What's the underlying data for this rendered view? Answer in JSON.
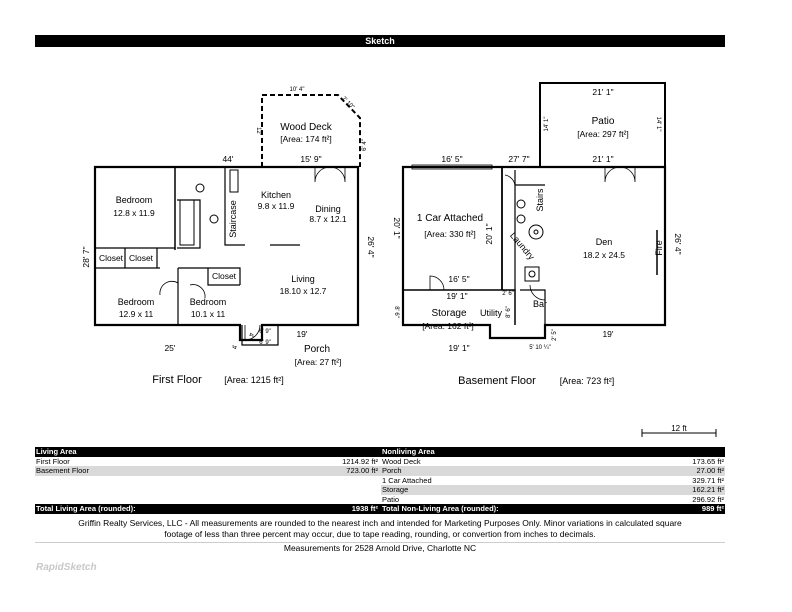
{
  "header": {
    "title": "Sketch"
  },
  "first_floor": {
    "name": "First Floor",
    "area": "[Area: 1215 ft²]",
    "rooms": {
      "bedroom1": {
        "name": "Bedroom",
        "dims": "12.8 x 11.9"
      },
      "kitchen": {
        "name": "Kitchen",
        "dims": "9.8 x 11.9"
      },
      "dining": {
        "name": "Dining",
        "dims": "8.7 x 12.1"
      },
      "staircase": "Staircase",
      "closet1": "Closet",
      "closet2": "Closet",
      "closet3": "Closet",
      "living": {
        "name": "Living",
        "dims": "18.10 x 12.7"
      },
      "bedroom2": {
        "name": "Bedroom",
        "dims": "12.9 x 11"
      },
      "bedroom3": {
        "name": "Bedroom",
        "dims": "10.1 x 11"
      },
      "wood_deck": {
        "name": "Wood Deck",
        "area": "[Area: 174 ft²]"
      },
      "porch": {
        "name": "Porch",
        "area": "[Area: 27 ft²]"
      }
    },
    "dims": {
      "top": "44'",
      "top_deck": "15' 9\"",
      "left": "28' 7\"",
      "right": "26' 4\"",
      "bottom_left": "25'",
      "bottom_right": "19'",
      "deck_top": "10' 4\"",
      "deck_diag": "7' 10\"",
      "deck_left": "12'",
      "deck_right": "6' 4\"",
      "porch_top": "6' 9\"",
      "porch_bottom": "6' 9\"",
      "porch_left": "4'",
      "porch_right": "4'"
    }
  },
  "basement": {
    "name": "Basement Floor",
    "area": "[Area: 723 ft²]",
    "rooms": {
      "garage": {
        "name": "1 Car Attached",
        "area": "[Area: 330 ft²]"
      },
      "stairs": "Stairs",
      "laundry": "Laundry",
      "den": {
        "name": "Den",
        "dims": "18.2 x 24.5"
      },
      "fire": "Fire",
      "bar": "Bar",
      "storage": {
        "name": "Storage",
        "area": "[Area: 162 ft²]"
      },
      "utility": "Utility",
      "patio": {
        "name": "Patio",
        "area": "[Area: 297 ft²]"
      }
    },
    "dims": {
      "garage_top": "16' 5\"",
      "garage_bottom": "16' 5\"",
      "garage_left": "20' 1\"",
      "garage_right": "20' 1\"",
      "top_mid": "27' 7\"",
      "den_top": "21' 1\"",
      "den_right": "26' 4\"",
      "den_bottom": "19'",
      "patio_top": "21' 1\"",
      "patio_left": "14' 1\"",
      "patio_right": "14' 1\"",
      "storage_top": "19' 1\"",
      "storage_bottom": "19' 1\"",
      "storage_left": "8' 6\"",
      "storage_right": "8' 6\"",
      "small_a": "2' 6\"",
      "small_b": "5' 10 ¼\"",
      "small_c": "2' 5\""
    }
  },
  "scale": "12 ft",
  "table": {
    "living_header": "Living Area",
    "nonliving_header": "Nonliving Area",
    "living": [
      {
        "label": "First Floor",
        "value": "1214.92 ft²"
      },
      {
        "label": "Basement Floor",
        "value": "723.00 ft²"
      }
    ],
    "nonliving": [
      {
        "label": "Wood Deck",
        "value": "173.65 ft²"
      },
      {
        "label": "Porch",
        "value": "27.00 ft²"
      },
      {
        "label": "1 Car Attached",
        "value": "329.71 ft²"
      },
      {
        "label": "Storage",
        "value": "162.21 ft²"
      },
      {
        "label": "Patio",
        "value": "296.92 ft²"
      }
    ],
    "total_living_label": "Total Living Area (rounded):",
    "total_living_value": "1938 ft²",
    "total_nonliving_label": "Total Non-Living Area (rounded):",
    "total_nonliving_value": "989 ft²"
  },
  "footer": {
    "disclaimer_line1": "Griffin Realty Services, LLC - All measurements are rounded to the nearest inch and intended for Marketing Purposes Only.  Minor variations in calculated square",
    "disclaimer_line2": "footage of less than three percent may occur, due to tape reading, rounding, or convertion from inches to decimals.",
    "address": "Measurements for 2528 Arnold Drive, Charlotte NC",
    "logo": "RapidSketch"
  }
}
